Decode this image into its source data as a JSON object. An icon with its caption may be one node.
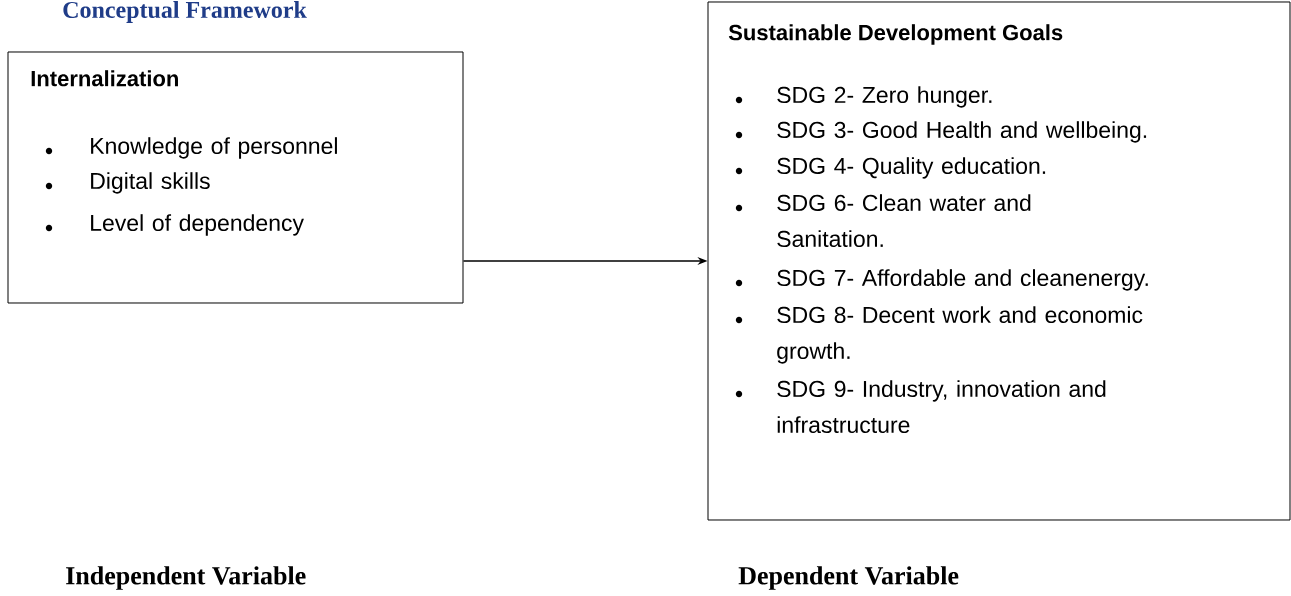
{
  "diagram": {
    "title": "Conceptual Framework",
    "nodes": [
      {
        "text": [
          "Internalization",
          "Knowledge of personnel",
          "Digital skills",
          "Level of dependency"
        ]
      },
      {
        "text": [
          "Sustainable Development Goals",
          "SDG 2- Zero hunger.",
          "SDG 3- Good Health and wellbeing.",
          "SDG 4- Quality education.",
          "SDG 6- Clean water and Sanitation.",
          "SDG 7- Affordable and cleanenergy.",
          "SDG 8- Decent work and economic growth.",
          "SDG 9- Industry, innovation and infrastructure"
        ]
      }
    ],
    "edges": [
      {
        "from": 0,
        "to": 1,
        "arrow": "to"
      }
    ],
    "labels": [
      "Independent Variable",
      "Dependent Variable"
    ]
  }
}
